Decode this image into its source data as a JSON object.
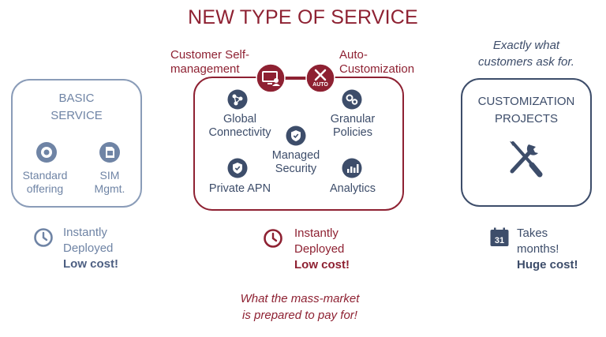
{
  "title": "NEW TYPE OF SERVICE",
  "basic": {
    "title_line1": "BASIC",
    "title_line2": "SERVICE",
    "items": [
      {
        "line1": "Standard",
        "line2": "offering",
        "icon": "disc-icon"
      },
      {
        "line1": "SIM",
        "line2": "Mgmt.",
        "icon": "sim-card-icon"
      }
    ],
    "footer": {
      "line1": "Instantly",
      "line2": "Deployed",
      "line3": "Low cost!",
      "icon": "clock-icon"
    }
  },
  "new_service": {
    "self_mgmt": {
      "line1": "Customer Self-",
      "line2": "management",
      "icon": "monitor-user-icon"
    },
    "auto_custom": {
      "line1": "Auto-",
      "line2": "Customization",
      "icon": "tools-auto-icon",
      "badge": "AUTO"
    },
    "items": [
      {
        "line1": "Global",
        "line2": "Connectivity",
        "icon": "global-network-icon"
      },
      {
        "line1": "Granular",
        "line2": "Policies",
        "icon": "gears-icon"
      },
      {
        "line1": "Managed",
        "line2": "Security",
        "icon": "shield-icon"
      },
      {
        "line1": "Private APN",
        "icon": "private-shield-icon"
      },
      {
        "line1": "Analytics",
        "icon": "analytics-icon"
      }
    ],
    "footer": {
      "line1": "Instantly",
      "line2": "Deployed",
      "line3": "Low cost!",
      "icon": "clock-icon"
    },
    "note_line1": "What the mass-market",
    "note_line2": "is prepared to pay for!"
  },
  "custom": {
    "tagline_line1": "Exactly what",
    "tagline_line2": "customers ask for.",
    "title_line1": "CUSTOMIZATION",
    "title_line2": "PROJECTS",
    "icon": "wrench-screwdriver-icon",
    "footer": {
      "line1": "Takes",
      "line2": "months!",
      "line3": "Huge cost!",
      "icon": "calendar-icon",
      "calendar_day": "31"
    }
  },
  "colors": {
    "red": "#8e2132",
    "navy": "#3d4d6a",
    "steel": "#6f84a5"
  }
}
